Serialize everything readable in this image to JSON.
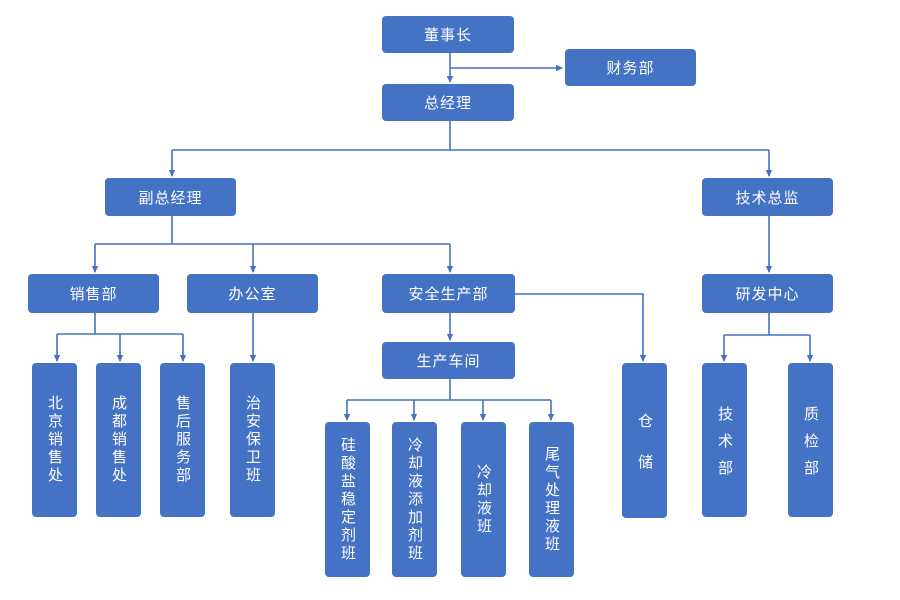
{
  "diagram": {
    "nodes": {
      "chairman": "董事长",
      "finance": "财务部",
      "gm": "总经理",
      "deputy_gm": "副总经理",
      "tech_director": "技术总监",
      "sales": "销售部",
      "office": "办公室",
      "safety_production": "安全生产部",
      "rd_center": "研发中心",
      "beijing_sales": "北京销售处",
      "chengdu_sales": "成都销售处",
      "after_sales": "售后服务部",
      "security": "治安保卫班",
      "workshop": "生产车间",
      "warehouse": "仓储",
      "tech_dept": "技术部",
      "qc_dept": "质检部",
      "silicate_team": "硅酸盐稳定剂班",
      "coolant_additive_team": "冷却液添加剂班",
      "coolant_team": "冷却液班",
      "exhaust_team": "尾气处理液班"
    },
    "colors": {
      "node_fill": "#4472c4",
      "node_text": "#ffffff",
      "connector": "#4472c4"
    }
  }
}
